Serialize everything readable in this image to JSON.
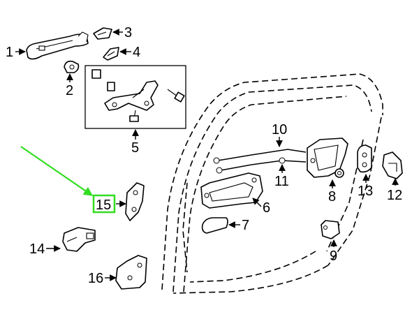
{
  "callouts": {
    "c1": "1",
    "c2": "2",
    "c3": "3",
    "c4": "4",
    "c5": "5",
    "c6": "6",
    "c7": "7",
    "c8": "8",
    "c9": "9",
    "c10": "10",
    "c11": "11",
    "c12": "12",
    "c13": "13",
    "c14": "14",
    "c15": "15",
    "c16": "16"
  },
  "colors": {
    "line": "#000000",
    "highlight": "#33dd22",
    "background": "#ffffff"
  },
  "highlighted_callout": "15"
}
